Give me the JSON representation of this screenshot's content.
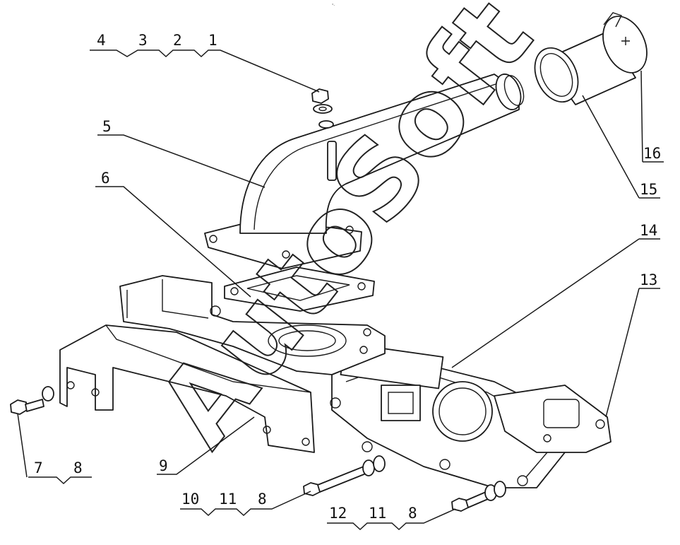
{
  "watermark": "AutoSoft",
  "top_mark": "°-",
  "callouts": [
    {
      "id": "c1",
      "text": "1"
    },
    {
      "id": "c2",
      "text": "2"
    },
    {
      "id": "c3",
      "text": "3"
    },
    {
      "id": "c4",
      "text": "4"
    },
    {
      "id": "c5",
      "text": "5"
    },
    {
      "id": "c6",
      "text": "6"
    },
    {
      "id": "c7",
      "text": "7"
    },
    {
      "id": "c8a",
      "text": "8"
    },
    {
      "id": "c9",
      "text": "9"
    },
    {
      "id": "c10",
      "text": "10"
    },
    {
      "id": "c11a",
      "text": "11"
    },
    {
      "id": "c8b",
      "text": "8"
    },
    {
      "id": "c12",
      "text": "12"
    },
    {
      "id": "c11b",
      "text": "11"
    },
    {
      "id": "c8c",
      "text": "8"
    },
    {
      "id": "c13",
      "text": "13"
    },
    {
      "id": "c14",
      "text": "14"
    },
    {
      "id": "c15",
      "text": "15"
    },
    {
      "id": "c16",
      "text": "16"
    }
  ]
}
